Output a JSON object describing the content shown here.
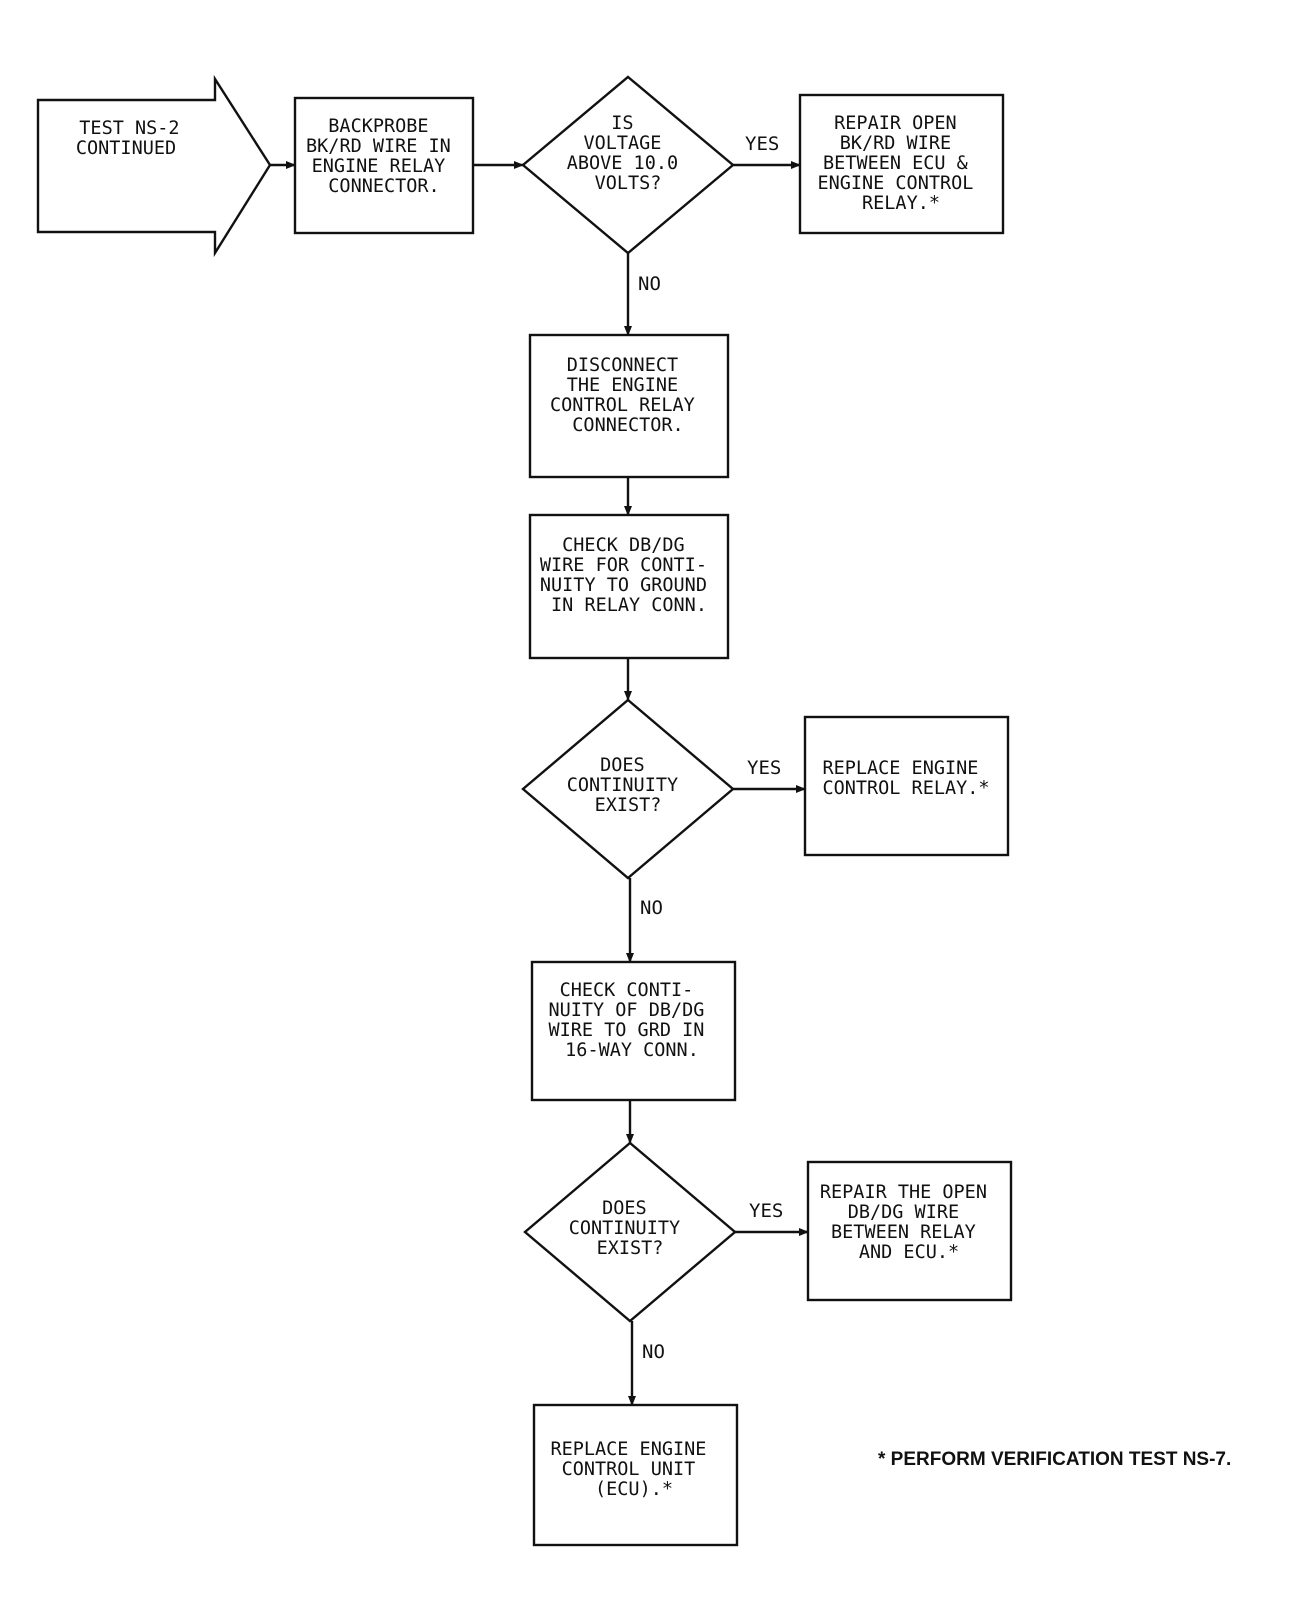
{
  "nodes": {
    "start": {
      "lines": [
        "TEST NS-2",
        "CONTINUED"
      ]
    },
    "backprobe": {
      "lines": [
        "BACKPROBE",
        "BK/RD WIRE IN",
        "ENGINE RELAY",
        "CONNECTOR."
      ]
    },
    "voltage_check": {
      "lines": [
        "IS",
        "VOLTAGE",
        "ABOVE 10.0",
        "VOLTS?"
      ]
    },
    "repair_bkrd": {
      "lines": [
        "REPAIR OPEN",
        "BK/RD WIRE",
        "BETWEEN ECU &",
        "ENGINE CONTROL",
        "RELAY.*"
      ]
    },
    "disconnect": {
      "lines": [
        "DISCONNECT",
        "THE ENGINE",
        "CONTROL RELAY",
        "CONNECTOR."
      ]
    },
    "check_relay_conn": {
      "lines": [
        "CHECK DB/DG",
        "WIRE FOR CONTI-",
        "NUITY TO GROUND",
        "IN RELAY CONN."
      ]
    },
    "continuity_1": {
      "lines": [
        "DOES",
        "CONTINUITY",
        "EXIST?"
      ]
    },
    "replace_relay": {
      "lines": [
        "REPLACE ENGINE",
        "CONTROL RELAY.*"
      ]
    },
    "check_16way": {
      "lines": [
        "CHECK CONTI-",
        "NUITY OF DB/DG",
        "WIRE TO GRD IN",
        "16-WAY CONN."
      ]
    },
    "continuity_2": {
      "lines": [
        "DOES",
        "CONTINUITY",
        "EXIST?"
      ]
    },
    "repair_dbdg": {
      "lines": [
        "REPAIR THE OPEN",
        "DB/DG WIRE",
        "BETWEEN RELAY",
        "AND ECU.*"
      ]
    },
    "replace_ecu": {
      "lines": [
        "REPLACE ENGINE",
        "CONTROL UNIT",
        "(ECU).*"
      ]
    }
  },
  "edge_labels": {
    "yes_1": "YES",
    "no_1": "NO",
    "yes_2": "YES",
    "no_2": "NO",
    "yes_3": "YES",
    "no_3": "NO"
  },
  "footnote": "* PERFORM VERIFICATION TEST NS-7."
}
